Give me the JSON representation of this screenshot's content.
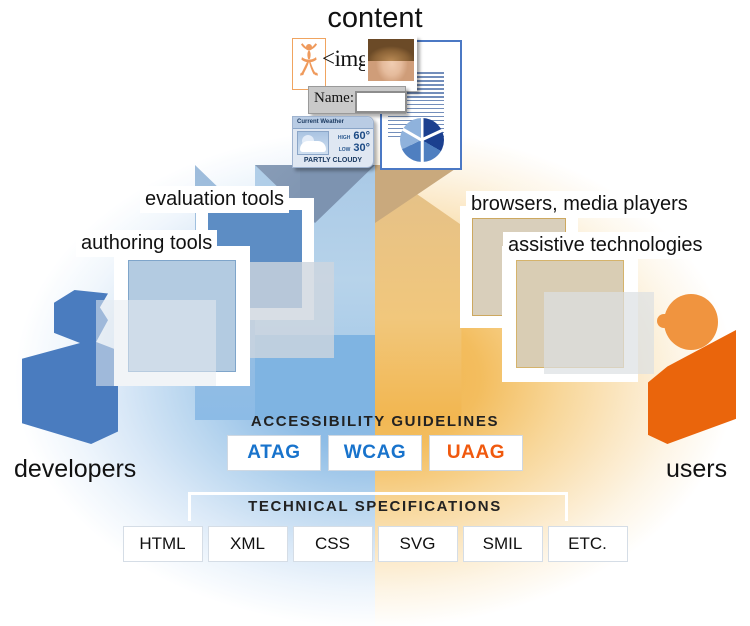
{
  "title_labels": {
    "content": "content",
    "developers": "developers",
    "users": "users",
    "evaluation_tools": "evaluation tools",
    "authoring_tools": "authoring tools",
    "browsers_media_players": "browsers, media players",
    "assistive_technologies": "assistive technologies"
  },
  "content_collage": {
    "img_tag_text": "<img",
    "name_label": "Name:",
    "name_value": "",
    "name_placeholder": "",
    "weather": {
      "header": "Current Weather",
      "high_key": "HIGH",
      "high_value": "60°",
      "low_key": "LOW",
      "low_value": "30°",
      "condition": "PARTLY CLOUDY"
    },
    "icons": {
      "ballerina": "ballerina-icon",
      "photo": "child-photo-icon",
      "pie": "pie-chart-icon",
      "document": "text-document-icon"
    }
  },
  "guidelines": {
    "heading": "ACCESSIBILITY GUIDELINES",
    "items": [
      {
        "label": "ATAG",
        "color": "#1873CC"
      },
      {
        "label": "WCAG",
        "color": "#1873CC"
      },
      {
        "label": "UAAG",
        "color": "#F0590E"
      }
    ]
  },
  "specifications": {
    "heading": "TECHNICAL SPECIFICATIONS",
    "items": [
      {
        "label": "HTML"
      },
      {
        "label": "XML"
      },
      {
        "label": "CSS"
      },
      {
        "label": "SVG"
      },
      {
        "label": "SMIL"
      },
      {
        "label": "ETC."
      }
    ]
  },
  "colors": {
    "blue_accent": "#1873CC",
    "orange_accent": "#F0590E",
    "left_half": "#8FBDE6",
    "right_half": "#F3BD5E",
    "developer_figure": "#4A7CBF",
    "user_figure": "#EA650C"
  }
}
